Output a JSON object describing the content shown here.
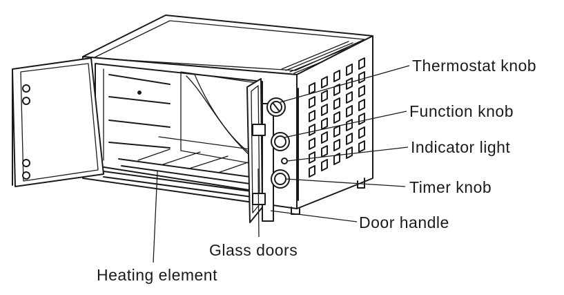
{
  "labels": {
    "thermostat_knob": "Thermostat knob",
    "function_knob": "Function knob",
    "indicator_light": "Indicator light",
    "timer_knob": "Timer knob",
    "door_handle": "Door handle",
    "glass_doors": "Glass doors",
    "heating_element": "Heating element"
  }
}
